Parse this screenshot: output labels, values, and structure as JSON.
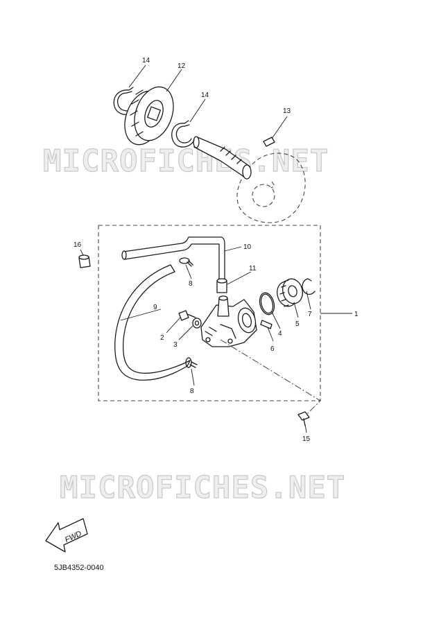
{
  "watermarks": [
    "MICROFICHES.NET",
    "MICROFICHES.NET"
  ],
  "callouts": {
    "c1": "1",
    "c2": "2",
    "c3": "3",
    "c4": "4",
    "c5": "5",
    "c6": "6",
    "c7": "7",
    "c8a": "8",
    "c8b": "8",
    "c9": "9",
    "c10": "10",
    "c11": "11",
    "c12": "12",
    "c13": "13",
    "c14a": "14",
    "c14b": "14",
    "c15": "15",
    "c16": "16"
  },
  "fwd_label": "FWD",
  "diagram_code": "5JB4352-0040"
}
